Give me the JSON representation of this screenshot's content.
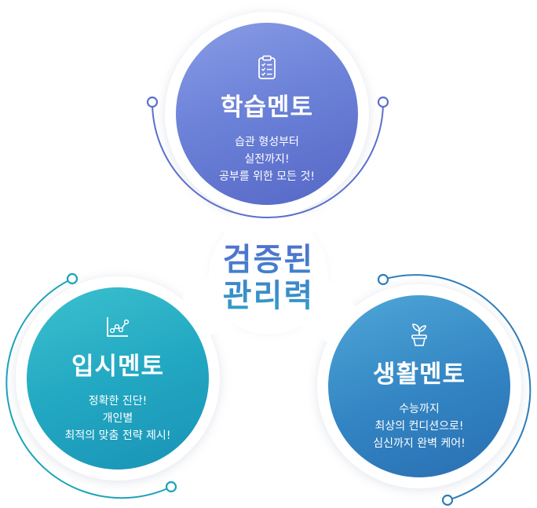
{
  "center": {
    "line1": "검증된",
    "line2": "관리력"
  },
  "study": {
    "title": "학습멘토",
    "lines": [
      "습관 형성부터",
      "실전까지!",
      "공부를 위한 모든 것!"
    ],
    "icon": "clipboard-checklist-icon",
    "color": "#6c82d8"
  },
  "admission": {
    "title": "입시멘토",
    "lines": [
      "정확한 진단!",
      "개인별",
      "최적의 맞춤 전략 제시!"
    ],
    "icon": "line-chart-icon",
    "color": "#22a8c2"
  },
  "life": {
    "title": "생활멘토",
    "lines": [
      "수능까지",
      "최상의 컨디션으로!",
      "심신까지 완벽 케어!"
    ],
    "icon": "potted-plant-icon",
    "color": "#3284c2"
  }
}
